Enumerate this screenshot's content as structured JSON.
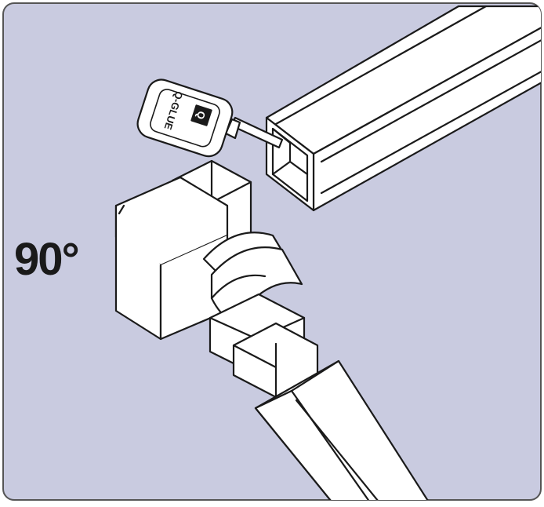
{
  "angle_label": "90°",
  "glue_label": "Q-GLUE",
  "glue_logo": "Q",
  "colors": {
    "panel": "#c9cbe0",
    "border": "#555555",
    "stroke": "#1a1a1a",
    "part_fill": "#ffffff"
  }
}
